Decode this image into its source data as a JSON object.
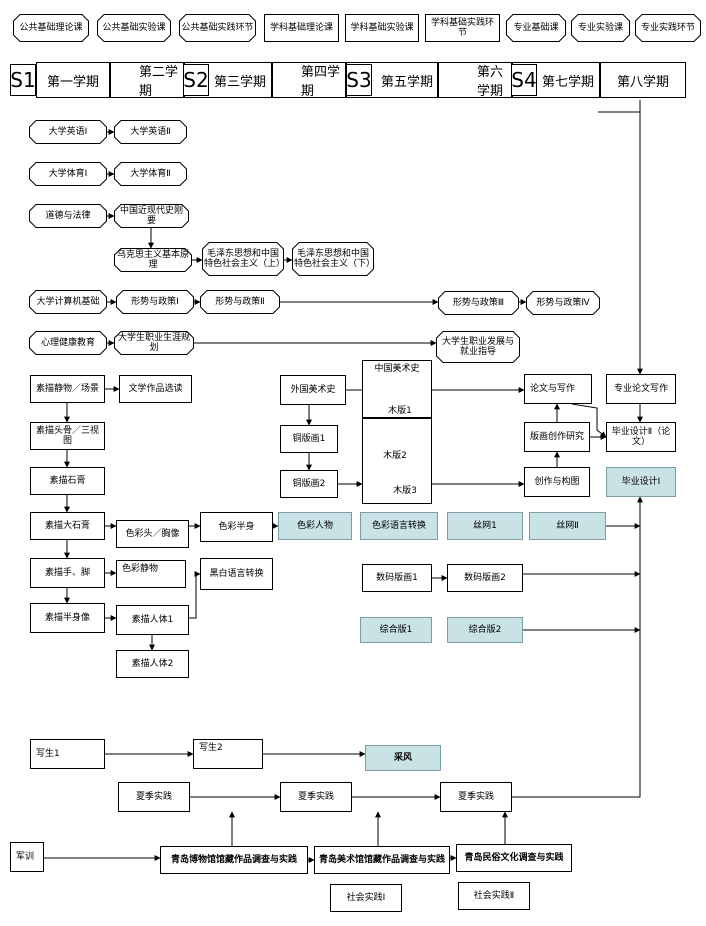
{
  "legend": {
    "public_theory": "公共基础理论课",
    "public_experiment": "公共基础实验课",
    "public_practice": "公共基础实践环节",
    "subject_theory": "学科基础理论课",
    "subject_experiment": "学科基础实验课",
    "subject_practice": "学科基础实践环节",
    "major_basic": "专业基础课",
    "major_experiment": "专业实验课",
    "major_practice": "专业实践环节"
  },
  "semesters": {
    "s1": "S1",
    "s2": "S2",
    "s3": "S3",
    "s4": "S4",
    "t1": "第一学期",
    "t2": "第二学期",
    "t3": "第三学期",
    "t4": "第四学期",
    "t5": "第五学期",
    "t6": "第六学期",
    "t7": "第七学期",
    "t8": "第八学期"
  },
  "courses": {
    "college_english_1": "大学英语Ⅰ",
    "college_english_2": "大学英语Ⅱ",
    "college_pe_1": "大学体育Ⅰ",
    "college_pe_2": "大学体育Ⅱ",
    "ethics_law": "道德与法律",
    "modern_history": "中国近现代史刚要",
    "marxism": "乌克思主义基本原理",
    "mao_1": "毛泽东思想和中国特色社会主义（上）",
    "mao_2": "毛泽东思想和中国特色社会主义（下）",
    "computer_basics": "大学计算机基础",
    "policy_1": "形势与政策Ⅰ",
    "policy_2": "形势与政策Ⅱ",
    "policy_3": "形势与政策Ⅲ",
    "policy_4": "形势与政策Ⅳ",
    "mental_health": "心理健康教育",
    "career_planning": "大学生职业生涯规划",
    "career_development": "大学生职业发展与就业指导",
    "sketch_still": "素描静物／场景",
    "literature": "文学作品选读",
    "sketch_head": "素描头骨／三视图",
    "sketch_plaster": "素描石膏",
    "sketch_big_plaster": "素描大石膏",
    "color_head": "色彩头／胸像",
    "color_half": "色彩半身",
    "sketch_hand": "素描手、脚",
    "color_still": "色彩静物",
    "bw_convert": "黑白语言转换",
    "sketch_half": "素描半身像",
    "sketch_body_1": "素描人体1",
    "sketch_body_2": "素描人体2",
    "foreign_art": "外国美术史",
    "chinese_art": "中国美术史",
    "woodcut_1": "木版1",
    "woodcut_2": "木版2",
    "woodcut_3": "木版3",
    "copper_1": "铜版画1",
    "copper_2": "铜版画2",
    "color_figure": "色彩人物",
    "color_language": "色彩语言转换",
    "silk_1": "丝网1",
    "silk_2": "丝网Ⅱ",
    "digital_1": "数码版画1",
    "digital_2": "数码版画2",
    "mixed_1": "综合版1",
    "mixed_2": "综合版2",
    "thesis_writing": "论文与写作",
    "print_research": "版画创作研究",
    "creation_composition": "创作与构图",
    "major_thesis": "专业论文写作",
    "graduation_2": "毕业设计Ⅱ（论文）",
    "graduation_1": "毕业设计Ⅰ",
    "sketching_1": "写生1",
    "sketching_2": "写生2",
    "sample": "采风",
    "summer_1": "夏季实践",
    "summer_2": "夏季实践",
    "summer_3": "夏季实践",
    "military": "军训",
    "museum_survey": "青岛博物馆馆藏作品调查与实践",
    "art_museum_survey": "青岛美术馆馆藏作品调查与实践",
    "folk_survey": "青岛民俗文化调查与实践",
    "social_1": "社会实践Ⅰ",
    "social_2": "社会实践Ⅱ"
  },
  "colors": {
    "teal_fill": "#c9e2e5",
    "teal_border": "#7a9ea3",
    "line": "#000000"
  }
}
